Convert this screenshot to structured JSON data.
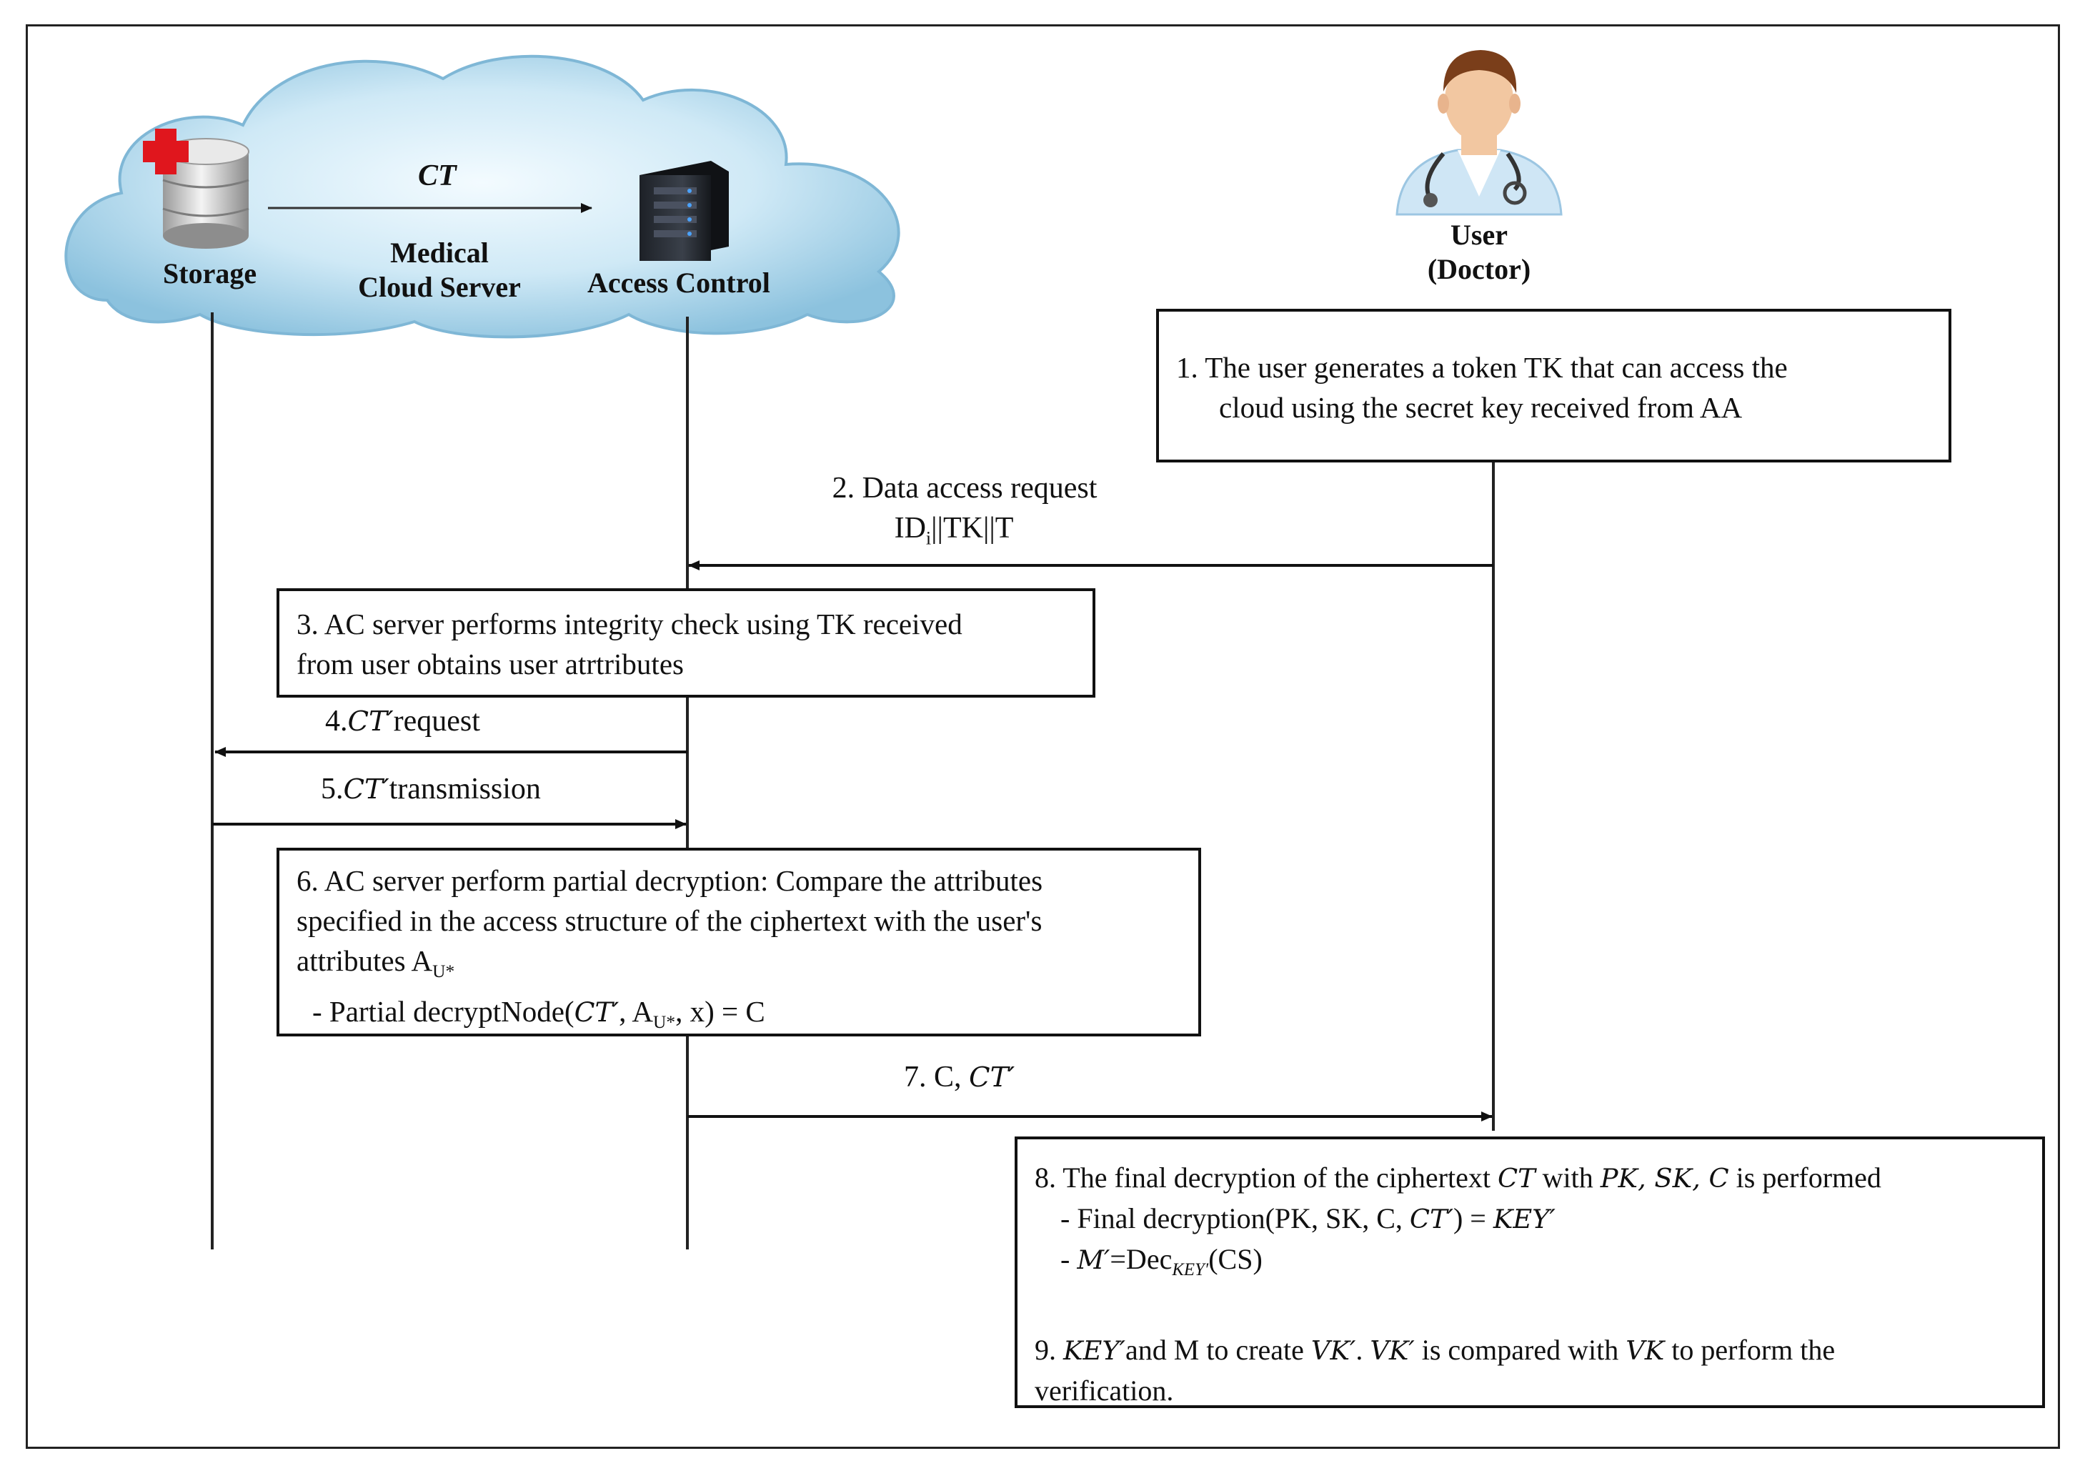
{
  "cloud": {
    "ct_label": "CT",
    "storage_label": "Storage",
    "server_label_line1": "Medical",
    "server_label_line2": "Cloud Server",
    "access_control_label": "Access Control"
  },
  "user": {
    "label_line1": "User",
    "label_line2": "(Doctor)"
  },
  "steps": {
    "s1": {
      "line1": "1. The user generates a token TK that can access the",
      "line2": "cloud using the secret key received from AA"
    },
    "s2": {
      "line1": "2. Data access request",
      "line2_a": "ID",
      "line2_sub": "i",
      "line2_b": "||TK||T"
    },
    "s3": {
      "line1": "3. AC server performs integrity check using TK received",
      "line2": "from user obtains user atrtributes"
    },
    "s4": {
      "num": "4.",
      "var": "CT′",
      "text": "request"
    },
    "s5": {
      "num": "5.",
      "var": "CT′",
      "text": "transmission"
    },
    "s6": {
      "line1": "6. AC server perform partial decryption: Compare the attributes",
      "line2": "specified in the access structure of the ciphertext with the user's",
      "line3_a": "attributes A",
      "line3_sub": "U*",
      "line4_a": "- Partial decryptNode(",
      "line4_var": "CT′",
      "line4_b": ", A",
      "line4_sub": "U*",
      "line4_c": ", x) = C"
    },
    "s7": {
      "num": "7. C, ",
      "var": "CT′"
    },
    "s8": {
      "line1_a": "8. The final decryption of the ciphertext ",
      "line1_v1": "CT",
      "line1_b": " with ",
      "line1_v2": "PK, SK, C",
      "line1_c": " is performed",
      "line2_a": "- Final decryption(PK, SK, C, ",
      "line2_var": "CT′",
      "line2_b": ") = ",
      "line2_var2": "KEY′",
      "line3_var": "M′",
      "line3_a": "=Dec",
      "line3_sub": "KEY′",
      "line3_b": "(CS)"
    },
    "s9": {
      "line1_var1": "KEY′",
      "line1_a": "and M to create ",
      "line1_var2": "VK′",
      "line1_b": ". ",
      "line1_var3": "VK′",
      "line1_c": " is compared with ",
      "line1_var4": "VK",
      "line1_d": " to perform the",
      "prefix": "9. ",
      "line2": "verification."
    }
  },
  "colors": {
    "cloud_fill": "#bfe0f0",
    "cloud_edge": "#7fb7d6",
    "red_cross": "#e0161d",
    "server_dark": "#2b2f36",
    "server_led": "#4aa3ff",
    "doctor_coat": "#cfe6f5",
    "doctor_skin": "#f2c7a1",
    "doctor_hair": "#7a3e1a"
  }
}
